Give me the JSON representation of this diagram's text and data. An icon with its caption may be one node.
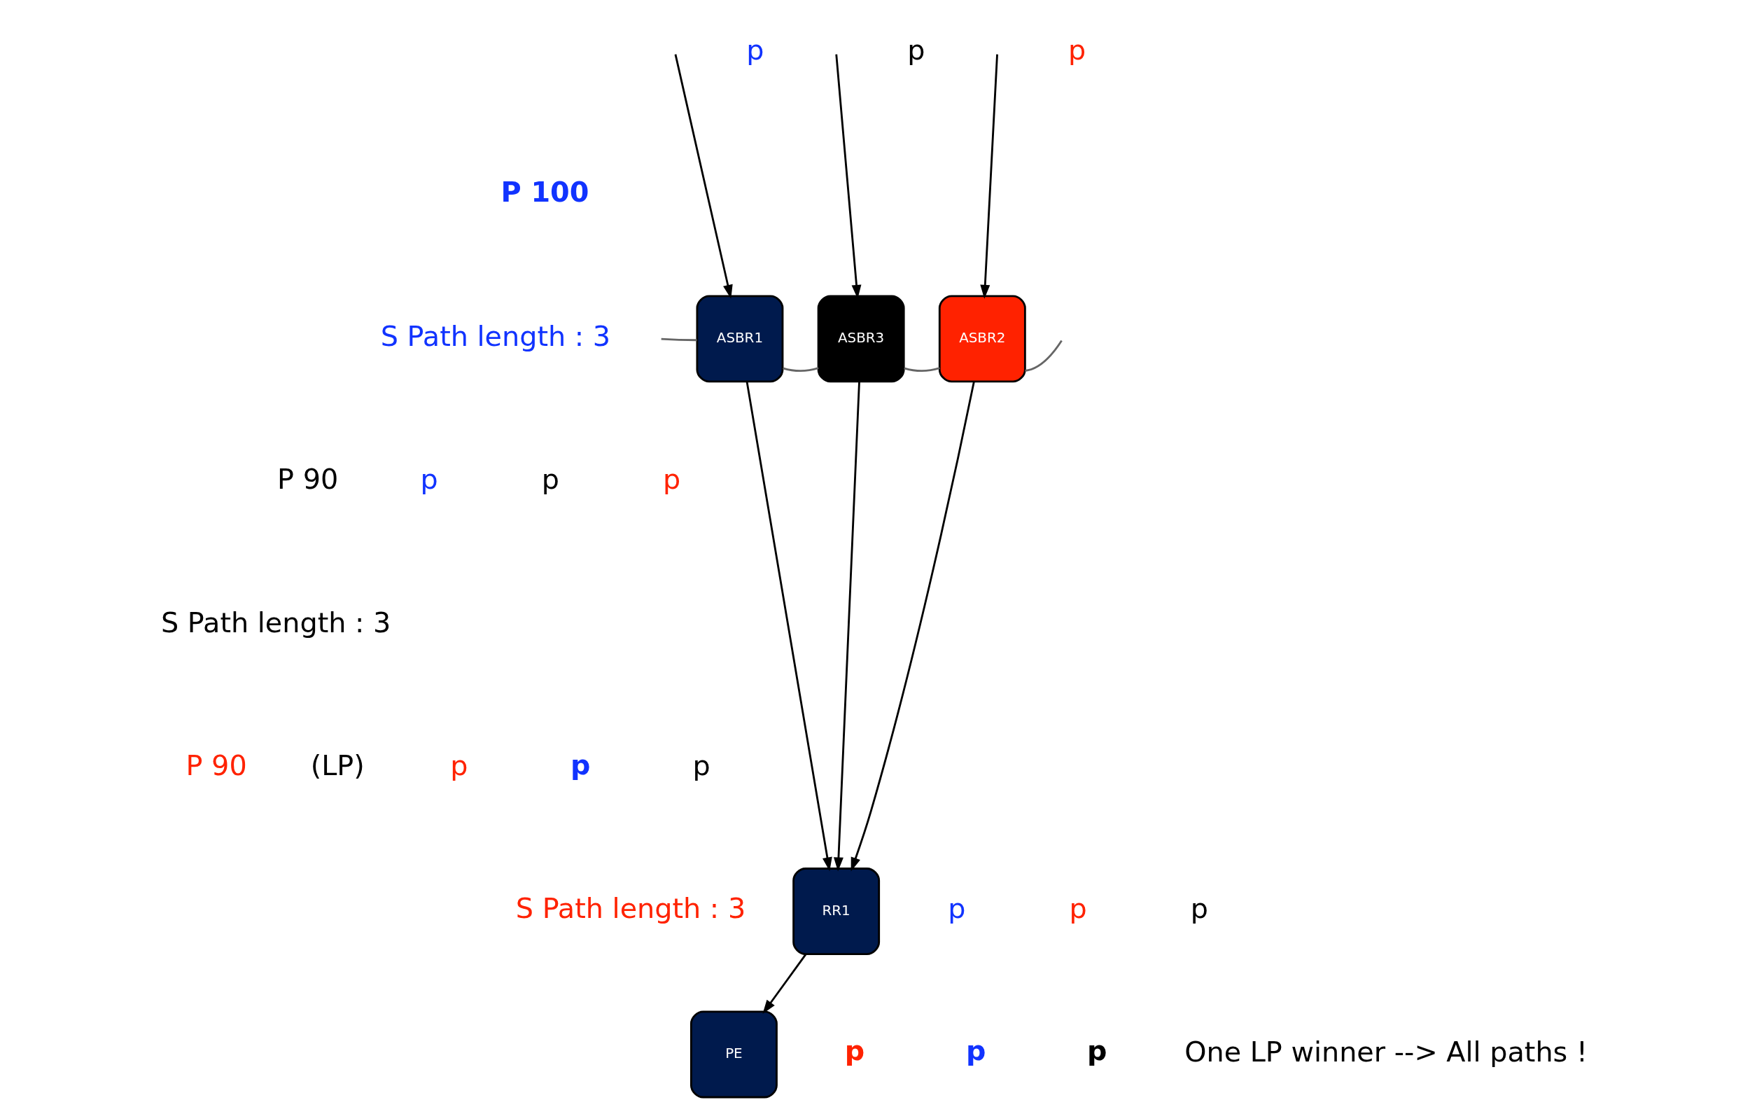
{
  "diagram": {
    "nodes": [
      {
        "text": [
          "ASBR1"
        ]
      },
      {
        "text": [
          "ASBR3"
        ]
      },
      {
        "text": [
          "ASBR2"
        ]
      },
      {
        "text": [
          "RR1"
        ]
      },
      {
        "text": [
          "PE"
        ]
      }
    ],
    "edges": [
      {
        "from": null,
        "to": 0,
        "arrow": "to"
      },
      {
        "from": null,
        "to": 1,
        "arrow": "to"
      },
      {
        "from": null,
        "to": 2,
        "arrow": "to"
      },
      {
        "from": null,
        "to": 0,
        "arrow": "none",
        "color": "#666666"
      },
      {
        "from": 0,
        "to": 1,
        "arrow": "none",
        "color": "#666666"
      },
      {
        "from": 1,
        "to": 2,
        "arrow": "none",
        "color": "#666666"
      },
      {
        "from": 2,
        "to": null,
        "arrow": "none",
        "color": "#666666"
      },
      {
        "from": 0,
        "to": 3,
        "arrow": "to"
      },
      {
        "from": 1,
        "to": 3,
        "arrow": "to"
      },
      {
        "from": 2,
        "to": 3,
        "arrow": "to"
      },
      {
        "from": 3,
        "to": 4,
        "arrow": "to"
      }
    ],
    "labels": [
      "p",
      "P 100",
      "S Path length : 3",
      "p",
      "p",
      "P 90",
      "S Path length : 3",
      "p",
      "p",
      "p",
      "P 90",
      "S Path length : 3",
      "(LP)",
      "p",
      "p",
      "p",
      "p",
      "p",
      "p",
      "p",
      "p",
      "p",
      "One LP winner --> All paths !"
    ]
  }
}
